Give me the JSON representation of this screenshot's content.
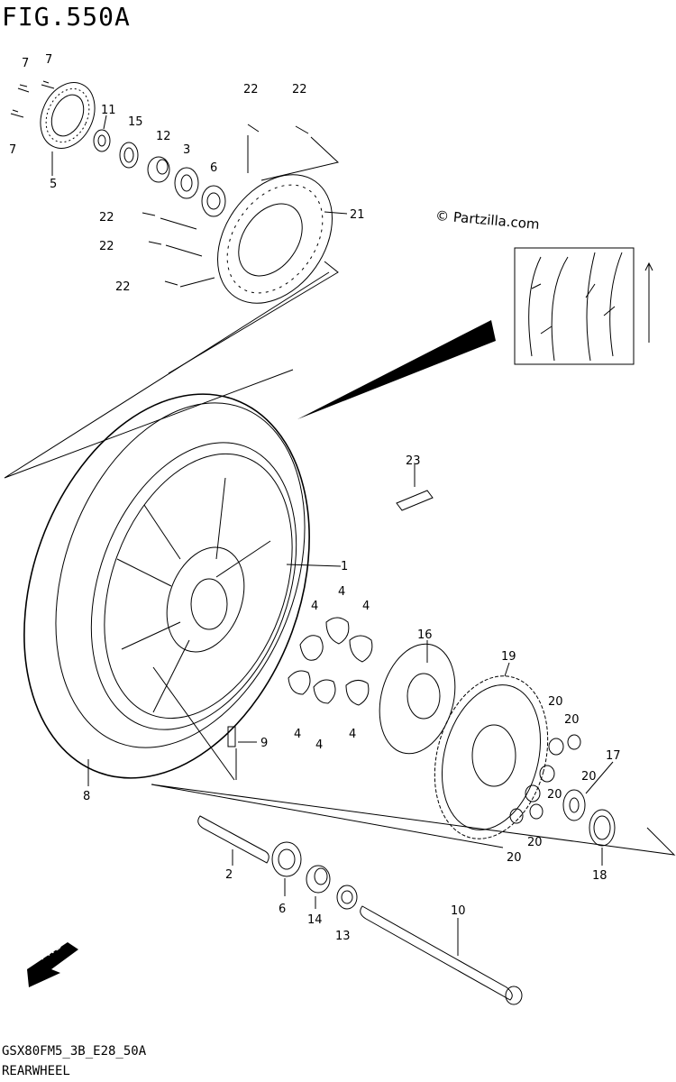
{
  "figure": {
    "title": "FIG.550A",
    "footer_code": "GSX80FM5_3B_E28_50A",
    "footer_title": "REARWHEEL",
    "copyright": "© Partzilla.com"
  },
  "callouts": [
    "7",
    "7",
    "7",
    "5",
    "11",
    "15",
    "12",
    "3",
    "6",
    "22",
    "22",
    "21",
    "22",
    "22",
    "22",
    "23",
    "1",
    "4",
    "4",
    "4",
    "4",
    "4",
    "4",
    "16",
    "19",
    "20",
    "20",
    "20",
    "20",
    "20",
    "20",
    "17",
    "9",
    "8",
    "2",
    "6",
    "14",
    "13",
    "10",
    "18"
  ],
  "fwd_label": "FWD"
}
